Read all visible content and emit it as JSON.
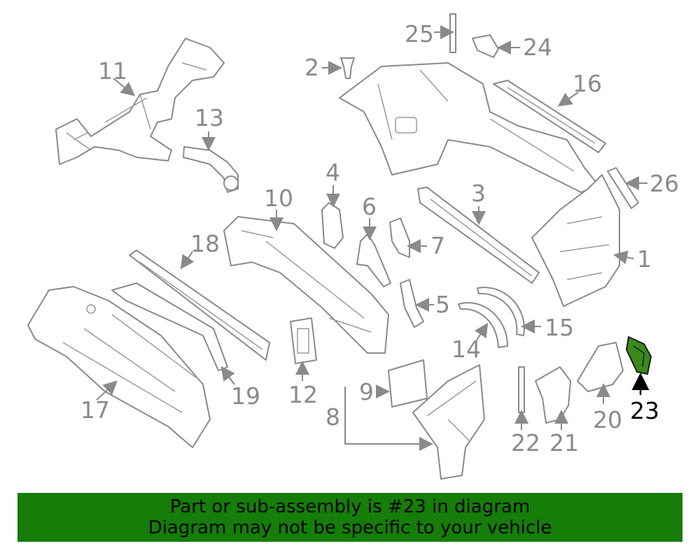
{
  "diagram": {
    "callouts": [
      "1",
      "2",
      "3",
      "4",
      "5",
      "6",
      "7",
      "8",
      "9",
      "10",
      "11",
      "12",
      "13",
      "14",
      "15",
      "16",
      "17",
      "18",
      "19",
      "20",
      "21",
      "22",
      "23",
      "24",
      "25",
      "26"
    ],
    "highlighted_part": "23",
    "highlight_color": "#3a8a1a"
  },
  "banner": {
    "line1": "Part or sub-assembly is #23 in diagram",
    "line2": "Diagram may not be specific to your vehicle",
    "background_color": "#157d08"
  }
}
